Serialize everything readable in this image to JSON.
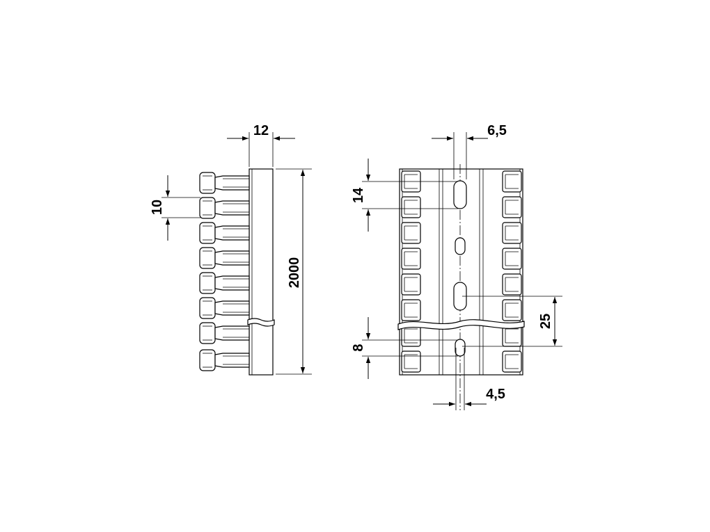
{
  "dimensions": {
    "width_side": "12",
    "pitch": "10",
    "length": "2000",
    "slot_width": "6,5",
    "slot_length_long": "14",
    "slot_length_short": "8",
    "slot_spacing": "25",
    "hole_width": "4,5"
  }
}
